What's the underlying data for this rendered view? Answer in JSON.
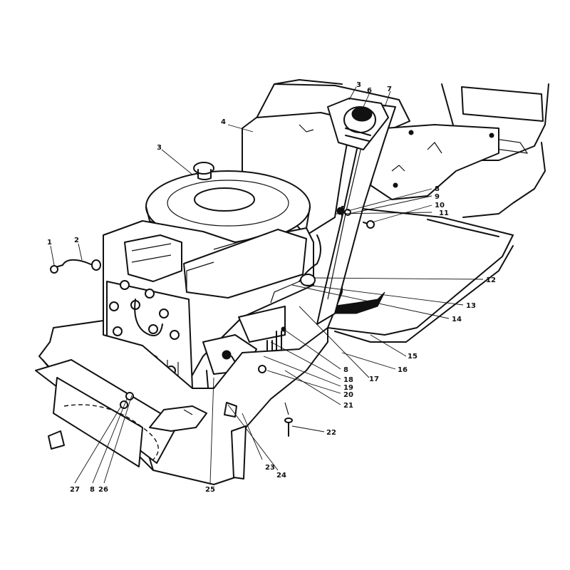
{
  "callouts": [
    {
      "label": "1"
    },
    {
      "label": "2"
    },
    {
      "label": "3"
    },
    {
      "label": "3"
    },
    {
      "label": "4"
    },
    {
      "label": "6"
    },
    {
      "label": "7"
    },
    {
      "label": "8"
    },
    {
      "label": "9"
    },
    {
      "label": "10"
    },
    {
      "label": "11"
    },
    {
      "label": "12"
    },
    {
      "label": "13"
    },
    {
      "label": "14"
    },
    {
      "label": "15"
    },
    {
      "label": "16"
    },
    {
      "label": "17"
    },
    {
      "label": "8"
    },
    {
      "label": "18"
    },
    {
      "label": "19"
    },
    {
      "label": "20"
    },
    {
      "label": "21"
    },
    {
      "label": "22"
    },
    {
      "label": "23"
    },
    {
      "label": "24"
    },
    {
      "label": "25"
    },
    {
      "label": "27"
    },
    {
      "label": "8"
    },
    {
      "label": "26"
    }
  ]
}
